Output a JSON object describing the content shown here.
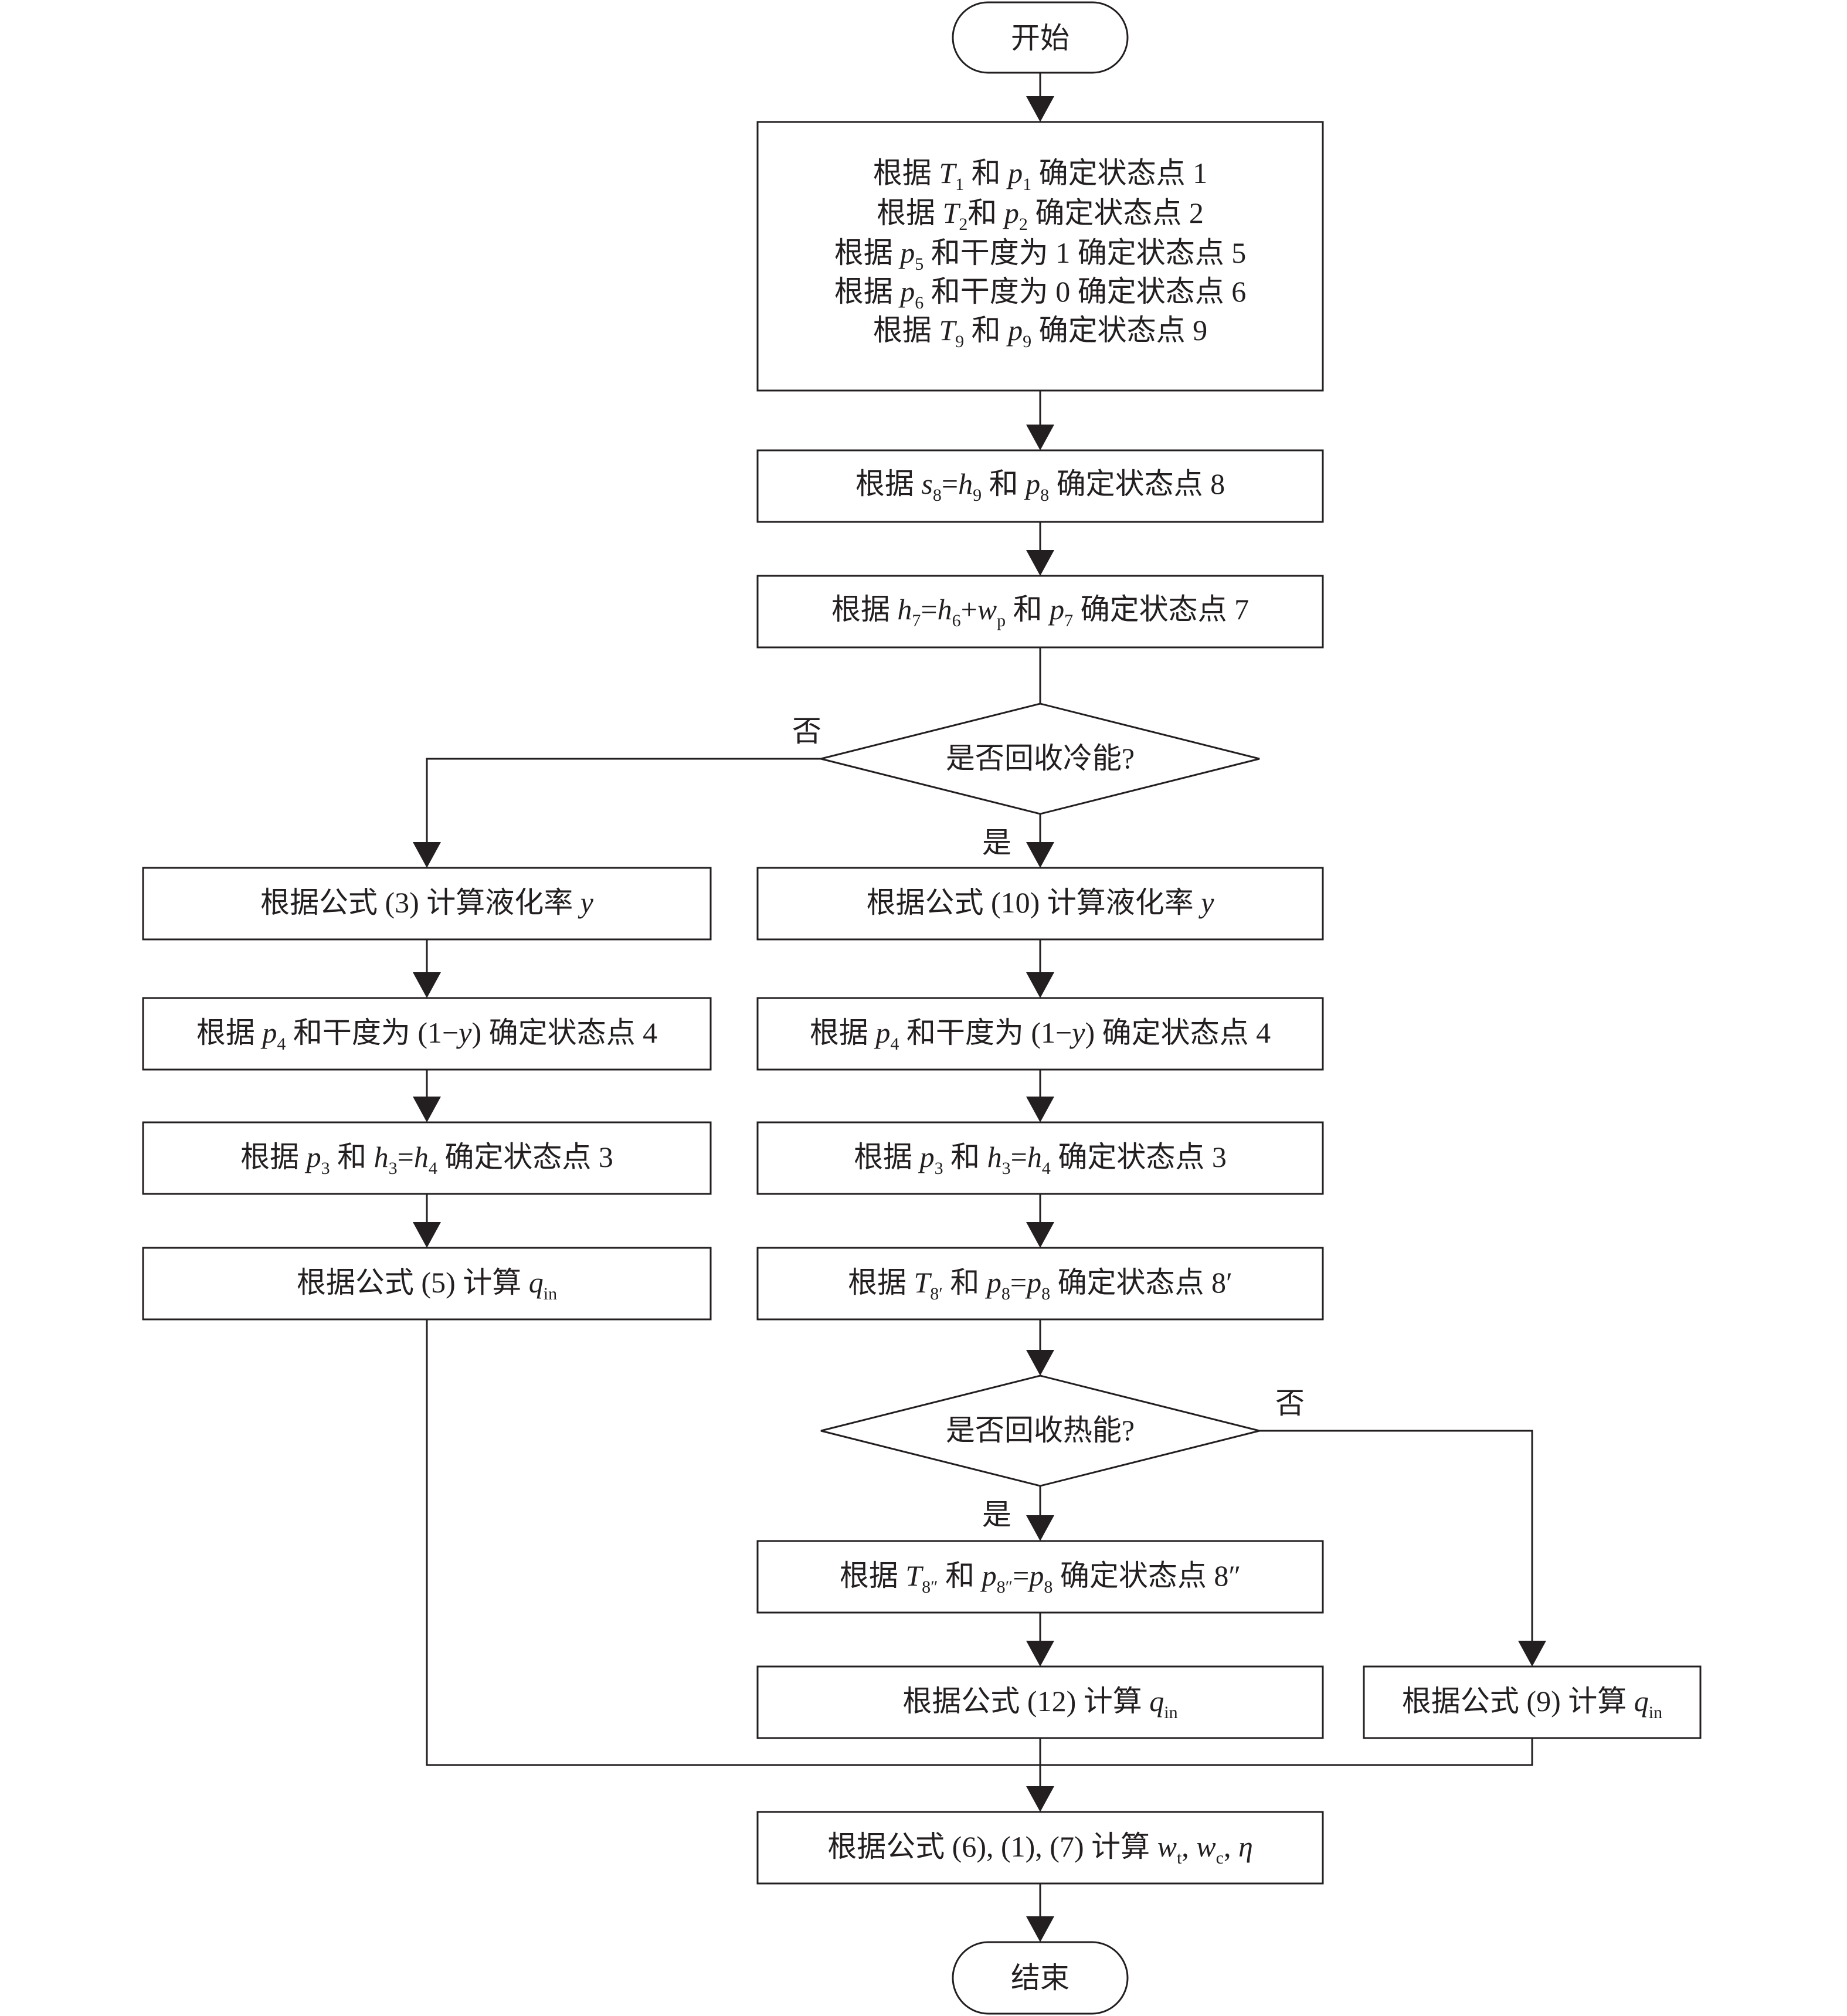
{
  "start": "开始",
  "end": "结束",
  "init_box": {
    "line1": {
      "a": "根据 ",
      "T": "T",
      "s1": "1",
      "b": " 和 ",
      "p": "p",
      "s2": "1",
      "c": " 确定状态点 1"
    },
    "line2": {
      "a": "根据 ",
      "T": "T",
      "s1": "2",
      "b": "和 ",
      "p": "p",
      "s2": "2",
      "c": " 确定状态点 2"
    },
    "line3": {
      "a": "根据 ",
      "p": "p",
      "s": "5",
      "c": " 和干度为 1 确定状态点 5"
    },
    "line4": {
      "a": "根据 ",
      "p": "p",
      "s": "6",
      "c": " 和干度为 0 确定状态点 6"
    },
    "line5": {
      "a": "根据 ",
      "T": "T",
      "s1": "9",
      "b": " 和 ",
      "p": "p",
      "s2": "9",
      "c": " 确定状态点 9"
    }
  },
  "box_s8": {
    "a": "根据 ",
    "s": "s",
    "s8": "8",
    "eq": "=",
    "h": "h",
    "h9": "9",
    "b": " 和 ",
    "p": "p",
    "p8": "8",
    "c": " 确定状态点 8"
  },
  "box_h7": {
    "a": "根据 ",
    "h": "h",
    "s7": "7",
    "eq": "=",
    "h2": "h",
    "s6": "6",
    "plus": "+",
    "w": "w",
    "sp": "p",
    "b": " 和 ",
    "p": "p",
    "s7b": "7",
    "c": " 确定状态点 7"
  },
  "decision_cold": {
    "label": "是否回收冷能?",
    "no": "否",
    "yes": "是"
  },
  "left": {
    "box1": {
      "a": "根据公式 (3) 计算液化率 ",
      "y": "y"
    },
    "box2": {
      "a": "根据 ",
      "p": "p",
      "s": "4",
      "b": " 和干度为 (1−",
      "y": "y",
      "c": ") 确定状态点 4"
    },
    "box3": {
      "a": "根据 ",
      "p": "p",
      "s": "3",
      "b": "  和 ",
      "h": "h",
      "s3": "3",
      "eq": "=",
      "h2": "h",
      "s4": "4",
      "c": " 确定状态点 3"
    },
    "box4": {
      "a": "根据公式 (5) 计算 ",
      "q": "q",
      "s": "in"
    }
  },
  "right": {
    "box1": {
      "a": "根据公式 (10) 计算液化率 ",
      "y": "y"
    },
    "box2": {
      "a": "根据 ",
      "p": "p",
      "s": "4",
      "b": " 和干度为 (1−",
      "y": "y",
      "c": ") 确定状态点 4"
    },
    "box3": {
      "a": "根据 ",
      "p": "p",
      "s": "3",
      "b": " 和 ",
      "h": "h",
      "s3": "3",
      "eq": "=",
      "h2": "h",
      "s4": "4",
      "c": " 确定状态点 3"
    },
    "box4": {
      "a": "根据 ",
      "T": "T",
      "s1": "8′",
      "b": " 和 ",
      "p": "p",
      "s2": "8",
      "eq": "=",
      "p2": "p",
      "s3": "8",
      "c": " 确定状态点 8′"
    }
  },
  "decision_heat": {
    "label": "是否回收热能?",
    "no": "否",
    "yes": "是"
  },
  "box_8pp": {
    "a": "根据 ",
    "T": "T",
    "s1": "8″",
    "b": " 和 ",
    "p": "p",
    "s2": "8″",
    "eq": "=",
    "p2": "p",
    "s3": "8",
    "c": " 确定状态点 8″"
  },
  "box_12": {
    "a": "根据公式 (12) 计算 ",
    "q": "q",
    "s": "in"
  },
  "box_9": {
    "a": "根据公式 (9) 计算 ",
    "q": "q",
    "s": "in"
  },
  "box_final": {
    "a": "根据公式 (6), (1), (7) 计算 ",
    "w1": "w",
    "s1": "t",
    "c1": ", ",
    "w2": "w",
    "s2": "c",
    "c2": ", ",
    "eta": "η"
  }
}
